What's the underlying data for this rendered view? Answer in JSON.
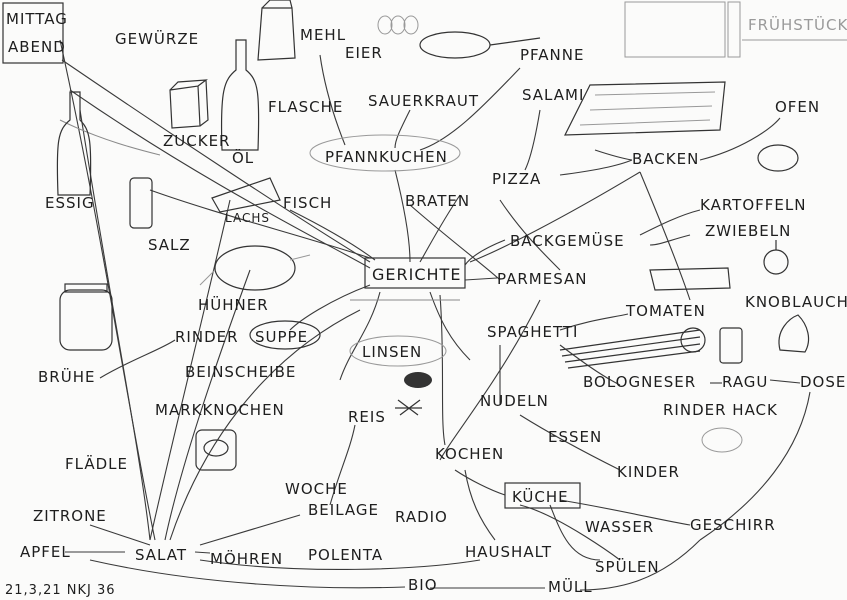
{
  "title_box": {
    "line1": "MITTAG",
    "line2": "ABEND"
  },
  "center": "GERICHTE",
  "words": {
    "gewuerze": "GEWÜRZE",
    "mehl": "MEHL",
    "eier": "EIER",
    "pfanne": "PFANNE",
    "fruehstueck": "FRÜHSTÜCK",
    "sauerkraut": "SAUERKRAUT",
    "salami": "SALAMI",
    "ofen": "OFEN",
    "flasche": "FLASCHE",
    "zucker": "ZUCKER",
    "oel": "ÖL",
    "pfannkuchen": "PFANNKUCHEN",
    "backen": "BACKEN",
    "pizza": "PIZZA",
    "essig": "ESSIG",
    "lachs": "LACHS",
    "fisch": "FISCH",
    "braten": "BRATEN",
    "kartoffeln": "KARTOFFELN",
    "salz": "SALZ",
    "backgemuese": "BACKGEMÜSE",
    "zwiebeln": "ZWIEBELN",
    "parmesan": "PARMESAN",
    "huehner": "HÜHNER",
    "tomaten": "TOMATEN",
    "knoblauch": "KNOBLAUCH",
    "rinder": "RINDER",
    "suppe": "SUPPE",
    "spaghetti": "SPAGHETTI",
    "linsen": "LINSEN",
    "bruehe": "BRÜHE",
    "beinscheibe": "BEINSCHEIBE",
    "bologneser": "BOLOGNESER",
    "ragu": "RAGU",
    "dose": "DOSE",
    "markknochen": "MARKKNOCHEN",
    "nudeln": "NUDELN",
    "reis": "REIS",
    "rinderhack": "RINDER HACK",
    "essen": "ESSEN",
    "kochen": "KOCHEN",
    "flaedle": "FLÄDLE",
    "kinder": "KINDER",
    "woche": "WOCHE",
    "kueche": "KÜCHE",
    "zitrone": "ZITRONE",
    "beilage": "BEILAGE",
    "radio": "RADIO",
    "wasser": "WASSER",
    "geschirr": "GESCHIRR",
    "apfel": "APFEL",
    "salat": "SALAT",
    "moehren": "MÖHREN",
    "polenta": "POLENTA",
    "haushalt": "HAUSHALT",
    "spuelen": "SPÜLEN",
    "bio": "BIO",
    "muell": "MÜLL"
  },
  "signature": "21,3,21 NKJ 36",
  "colors": {
    "ink": "#1e1e1e",
    "paper": "#fbfbfa",
    "pencil_faint": "#9a9a9a"
  }
}
